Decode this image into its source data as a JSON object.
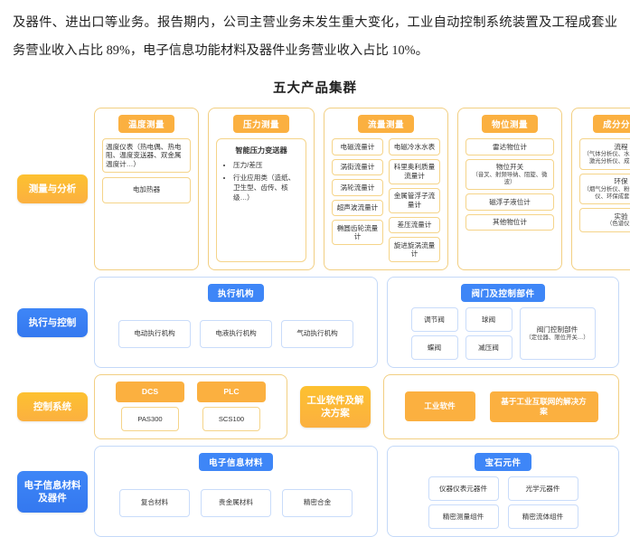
{
  "document": {
    "paragraph": "及器件、进出口等业务。报告期内，公司主营业务未发生重大变化，工业自动控制系统装置及工程成套业务营业收入占比 89%，电子信息功能材料及器件业务营业收入占比 10%。",
    "figure_title": "五大产品集群"
  },
  "colors": {
    "orange": "#fbb040",
    "blue": "#3e86f7",
    "orange_border": "#f2cf82",
    "blue_border": "#c4d9f8"
  },
  "rows": [
    {
      "label": "测量与分析",
      "theme": "orange",
      "panels": [
        {
          "head": "温度测量",
          "cells": [
            "温度仪表（热电偶、热电阻、温度变送器、双金属温度计…）",
            "电加热器"
          ]
        },
        {
          "head": "压力测量",
          "bullet_title": "智能压力变送器",
          "bullets": [
            "压力/差压",
            "行业应用类（造纸、卫生型、齿传、核级…）"
          ]
        },
        {
          "head": "流量测量",
          "col_a": [
            "电磁流量计",
            "涡街流量计",
            "涡轮流量计",
            "超声波流量计",
            "椭圆齿轮流量计"
          ],
          "col_b": [
            "电磁冷水水表",
            "科里奥利质量流量计",
            "金属管浮子流量计",
            "差压流量计",
            "旋进旋涡流量计"
          ]
        },
        {
          "head": "物位测量",
          "cells": [
            "雷达物位计",
            "物位开关",
            "磁浮子液位计",
            "其他物位计"
          ],
          "cell_subs": [
            "",
            "（音叉、射频导纳、阻旋、微波）",
            "",
            ""
          ]
        },
        {
          "head": "成分分析",
          "cells": [
            "流程",
            "环保",
            "实验"
          ],
          "cell_subs": [
            "（气体分析仪、水质分析仪、激光分析仪、成套系统）",
            "（烟气分析仪、粉尘浓度测量仪、环保成套系统）",
            "（色谱仪）"
          ]
        }
      ]
    },
    {
      "label": "执行与控制",
      "theme": "blue",
      "panels": [
        {
          "head": "执行机构",
          "cells": [
            "电动执行机构",
            "电液执行机构",
            "气动执行机构"
          ]
        },
        {
          "head": "阀门及控制部件",
          "col_a": [
            "调节阀",
            "蝶阀"
          ],
          "col_b": [
            "球阀",
            "减压阀"
          ],
          "big_cell": "阀门控制部件",
          "big_cell_sub": "（定位器、限位开关…）"
        }
      ]
    },
    {
      "label": "控制系统",
      "theme": "orange",
      "panels": [
        {
          "chips": [
            "DCS",
            "PLC"
          ],
          "cells": [
            "PAS300",
            "SCS100"
          ]
        }
      ],
      "second_label": "工业软件及解决方案",
      "second_panel": {
        "chips": [
          "工业软件",
          "基于工业互联网的解决方案"
        ]
      }
    },
    {
      "label": "电子信息材料及器件",
      "theme": "blue",
      "panels": [
        {
          "head": "电子信息材料",
          "cells": [
            "复合材料",
            "贵金属材料",
            "精密合金"
          ]
        },
        {
          "head": "宝石元件",
          "col_a": [
            "仪器仪表元器件",
            "精密测量组件"
          ],
          "col_b": [
            "光学元器件",
            "精密流体组件"
          ]
        }
      ]
    }
  ]
}
